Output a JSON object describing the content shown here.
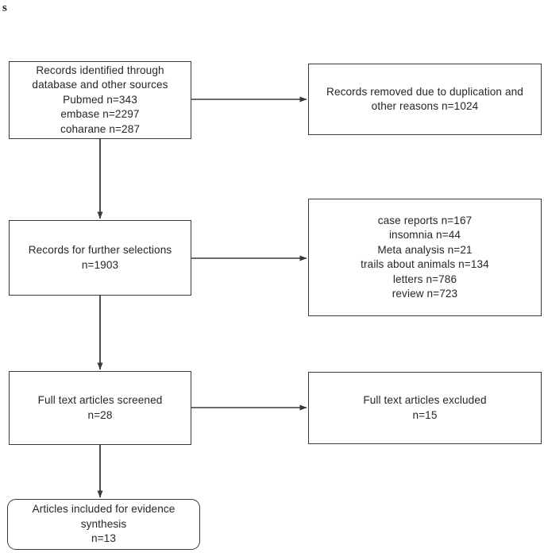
{
  "figure": {
    "type": "prisma-flow-diagram",
    "stray_glyph": "s",
    "line_color": "#3a3a3a",
    "text_color": "#262626",
    "background": "#ffffff"
  },
  "nodes": {
    "identified": {
      "name": "records-identified",
      "text": "Records identified through\ndatabase and other sources\nPubmed n=343\nembase n=2297\ncoharane n=287",
      "shape": "rectangle"
    },
    "duplicates_removed": {
      "name": "records-removed-duplication",
      "text": "Records removed due to duplication and\nother reasons n=1024",
      "shape": "rectangle"
    },
    "further_selection": {
      "name": "records-further-selection",
      "text": "Records for further selections\nn=1903",
      "shape": "rectangle"
    },
    "exclusion_reasons": {
      "name": "exclusion-reasons-list",
      "text": "case reports n=167\ninsomnia n=44\nMeta analysis n=21\ntrails about animals n=134\nletters n=786\nreview n=723",
      "shape": "rectangle"
    },
    "fulltext_screened": {
      "name": "full-text-screened",
      "text": "Full text articles screened\nn=28",
      "shape": "rectangle"
    },
    "fulltext_excluded": {
      "name": "full-text-excluded",
      "text": "Full text articles excluded\nn=15",
      "shape": "rectangle"
    },
    "included": {
      "name": "articles-included",
      "text": "Articles included for evidence\nsynthesis\nn=13",
      "shape": "rounded-rectangle"
    }
  },
  "counts": {
    "pubmed": 343,
    "embase": 2297,
    "coharane": 287,
    "removed_duplication_and_other": 1024,
    "further_selection": 1903,
    "case_reports": 167,
    "insomnia": 44,
    "meta_analysis": 21,
    "trails_about_animals": 134,
    "letters": 786,
    "review": 723,
    "fulltext_screened": 28,
    "fulltext_excluded": 15,
    "included": 13
  },
  "connectors": [
    {
      "name": "arrow-identified-to-duplicates",
      "direction": "right"
    },
    {
      "name": "arrow-identified-to-further",
      "direction": "down"
    },
    {
      "name": "arrow-further-to-exclusions",
      "direction": "right"
    },
    {
      "name": "arrow-further-to-fulltext",
      "direction": "down"
    },
    {
      "name": "arrow-fulltext-to-excluded",
      "direction": "right"
    },
    {
      "name": "arrow-fulltext-to-included",
      "direction": "down"
    }
  ]
}
